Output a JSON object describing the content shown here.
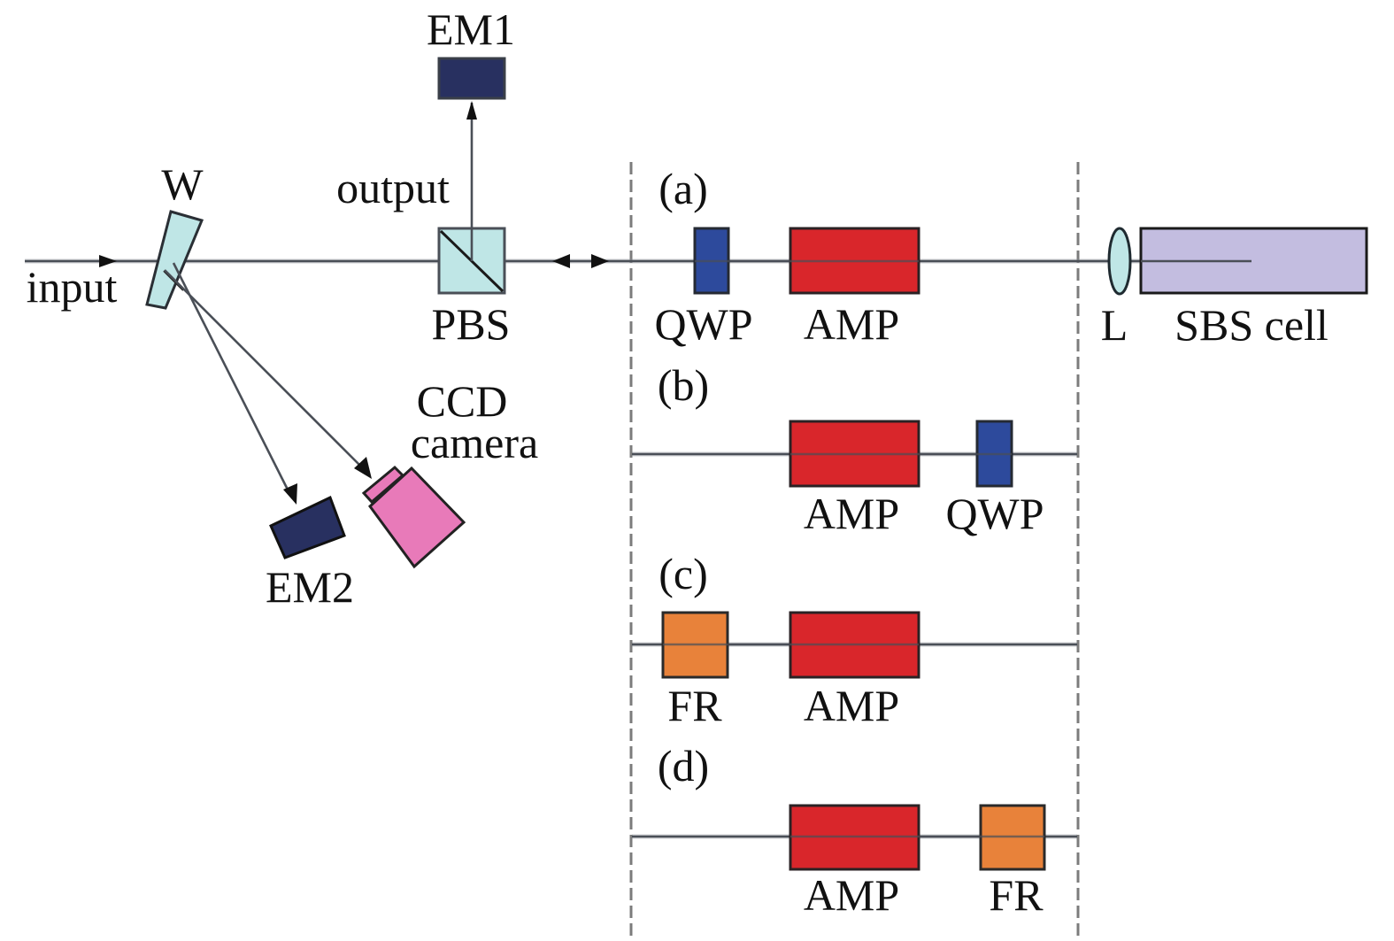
{
  "figure": {
    "labels": {
      "em1": "EM1",
      "em2": "EM2",
      "wedge": "W",
      "output": "output",
      "input": "input",
      "pbs": "PBS",
      "ccd_line1": "CCD",
      "ccd_line2": "camera",
      "lens": "L",
      "sbs_cell": "SBS cell"
    },
    "configurations": [
      {
        "tag": "(a)",
        "components": [
          "QWP",
          "AMP"
        ]
      },
      {
        "tag": "(b)",
        "components": [
          "AMP",
          "QWP"
        ]
      },
      {
        "tag": "(c)",
        "components": [
          "FR",
          "AMP"
        ]
      },
      {
        "tag": "(d)",
        "components": [
          "AMP",
          "FR"
        ]
      }
    ],
    "colors": {
      "energy_meter": "#283060",
      "wedge": "#bfe6e6",
      "pbs": "#bfe6e6",
      "lens": "#bfe6e6",
      "ccd_camera": "#e87ab9",
      "qwp": "#2d4a9c",
      "amp": "#d9262b",
      "fr": "#e8823a",
      "sbs_cell": "#c3bde0"
    }
  }
}
